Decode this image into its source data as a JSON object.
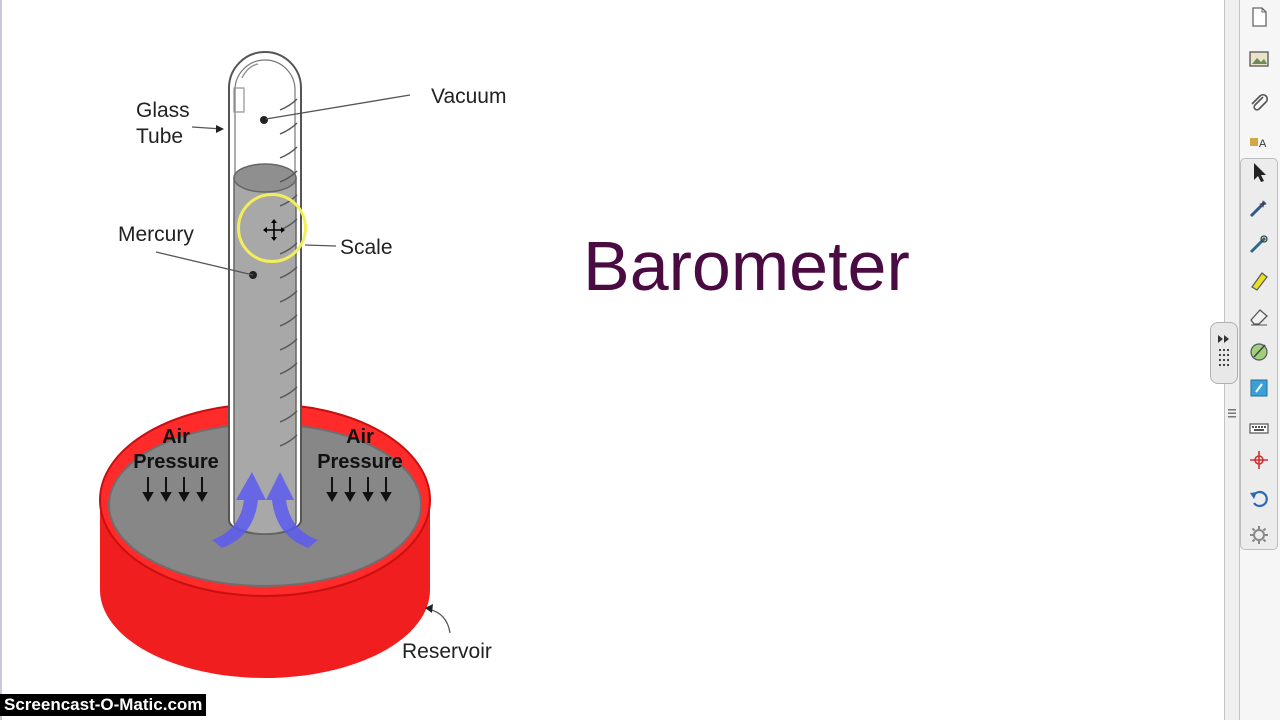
{
  "slide": {
    "title": "Barometer"
  },
  "diagram": {
    "labels": {
      "glass_tube_line1": "Glass",
      "glass_tube_line2": "Tube",
      "vacuum": "Vacuum",
      "mercury": "Mercury",
      "scale": "Scale",
      "air_left_1": "Air",
      "air_left_2": "Pressure",
      "air_right_1": "Air",
      "air_right_2": "Pressure",
      "reservoir": "Reservoir"
    },
    "colors": {
      "reservoir": "#f01e1e",
      "mercury": "#a8a8a8",
      "pool": "#8a8a8a",
      "arrows": "#5c5cf0"
    }
  },
  "watermark": "Screencast-O-Matic.com",
  "toolbar": {
    "tools": [
      {
        "name": "page-sorter-icon"
      },
      {
        "name": "gallery-icon"
      },
      {
        "name": "attachments-icon"
      },
      {
        "name": "properties-icon"
      },
      {
        "name": "select-icon"
      },
      {
        "name": "magic-pen-icon"
      },
      {
        "name": "recognition-pen-icon"
      },
      {
        "name": "highlighter-icon"
      },
      {
        "name": "eraser-icon"
      },
      {
        "name": "fill-icon"
      },
      {
        "name": "text-icon"
      },
      {
        "name": "keyboard-icon"
      },
      {
        "name": "crosshair-icon"
      },
      {
        "name": "undo-icon"
      },
      {
        "name": "settings-icon"
      }
    ]
  }
}
